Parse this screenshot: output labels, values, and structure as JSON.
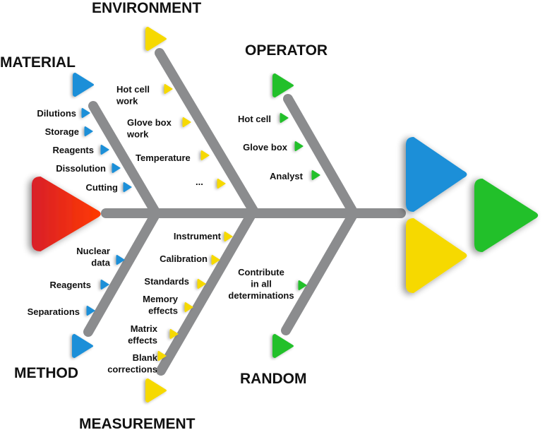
{
  "colors": {
    "material": "#1a8fd8",
    "environment": "#f6d900",
    "operator": "#20c02a",
    "method": "#1a8fd8",
    "measurement": "#f6d900",
    "random": "#20c02a",
    "effect": "#f02818",
    "bone": "#8b8c8e"
  },
  "categories": [
    {
      "id": "material",
      "title": "MATERIAL",
      "causes": [
        [
          "Dilutions"
        ],
        [
          "Storage"
        ],
        [
          "Reagents"
        ],
        [
          "Dissolution"
        ],
        [
          "Cutting"
        ]
      ]
    },
    {
      "id": "environment",
      "title": "ENVIRONMENT",
      "causes": [
        [
          "Hot cell",
          "work"
        ],
        [
          "Glove box",
          "work"
        ],
        [
          "Temperature"
        ],
        [
          "..."
        ]
      ]
    },
    {
      "id": "operator",
      "title": "OPERATOR",
      "causes": [
        [
          "Hot cell"
        ],
        [
          "Glove box"
        ],
        [
          "Analyst"
        ]
      ]
    },
    {
      "id": "method",
      "title": "METHOD",
      "causes": [
        [
          "Nuclear",
          "data"
        ],
        [
          "Reagents"
        ],
        [
          "Separations"
        ]
      ]
    },
    {
      "id": "measurement",
      "title": "MEASUREMENT",
      "causes": [
        [
          "Instrument"
        ],
        [
          "Calibration"
        ],
        [
          "Standards"
        ],
        [
          "Memory",
          "effects"
        ],
        [
          "Matrix",
          "effects"
        ],
        [
          "Blank",
          "corrections"
        ]
      ]
    },
    {
      "id": "random",
      "title": "RANDOM",
      "causes": [
        [
          "Contribute",
          "in all",
          "determinations"
        ]
      ]
    }
  ]
}
